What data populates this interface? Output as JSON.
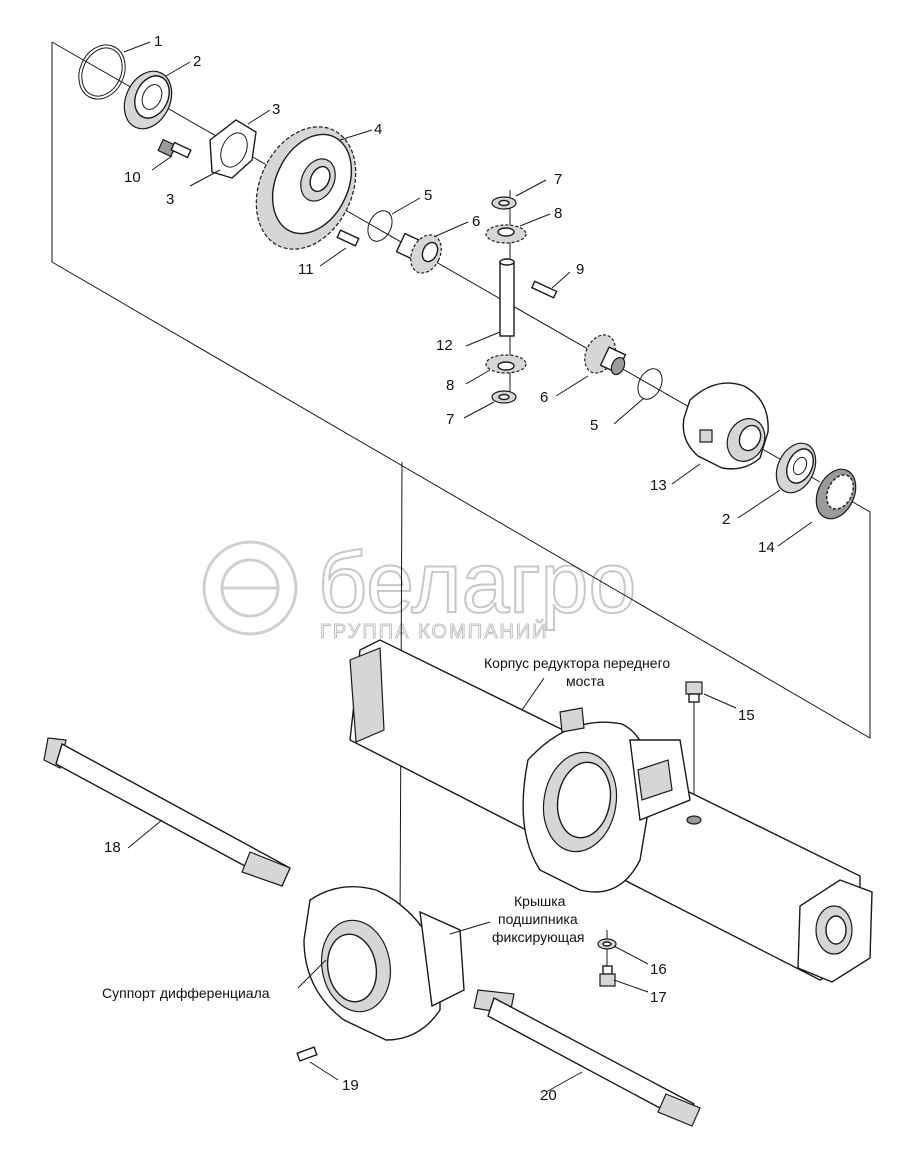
{
  "watermark": {
    "brand": "белагро",
    "subtitle": "ГРУППА КОМПАНИЙ"
  },
  "callouts": [
    "1",
    "2",
    "3",
    "3",
    "4",
    "5",
    "6",
    "7",
    "8",
    "9",
    "10",
    "11",
    "12",
    "8",
    "7",
    "6",
    "5",
    "13",
    "2",
    "14",
    "15",
    "16",
    "17",
    "18",
    "19",
    "20"
  ],
  "captions": {
    "housing_line1": "Корпус редуктора переднего",
    "housing_line2": "моста",
    "cap_line1": "Крышка",
    "cap_line2": "подшипника",
    "cap_line3": "фиксирующая",
    "support": "Суппорт дифференциала"
  },
  "colors": {
    "line": "#1a1a1a",
    "shade": "#d6d6d6",
    "watermark": "#c8c8c8"
  }
}
